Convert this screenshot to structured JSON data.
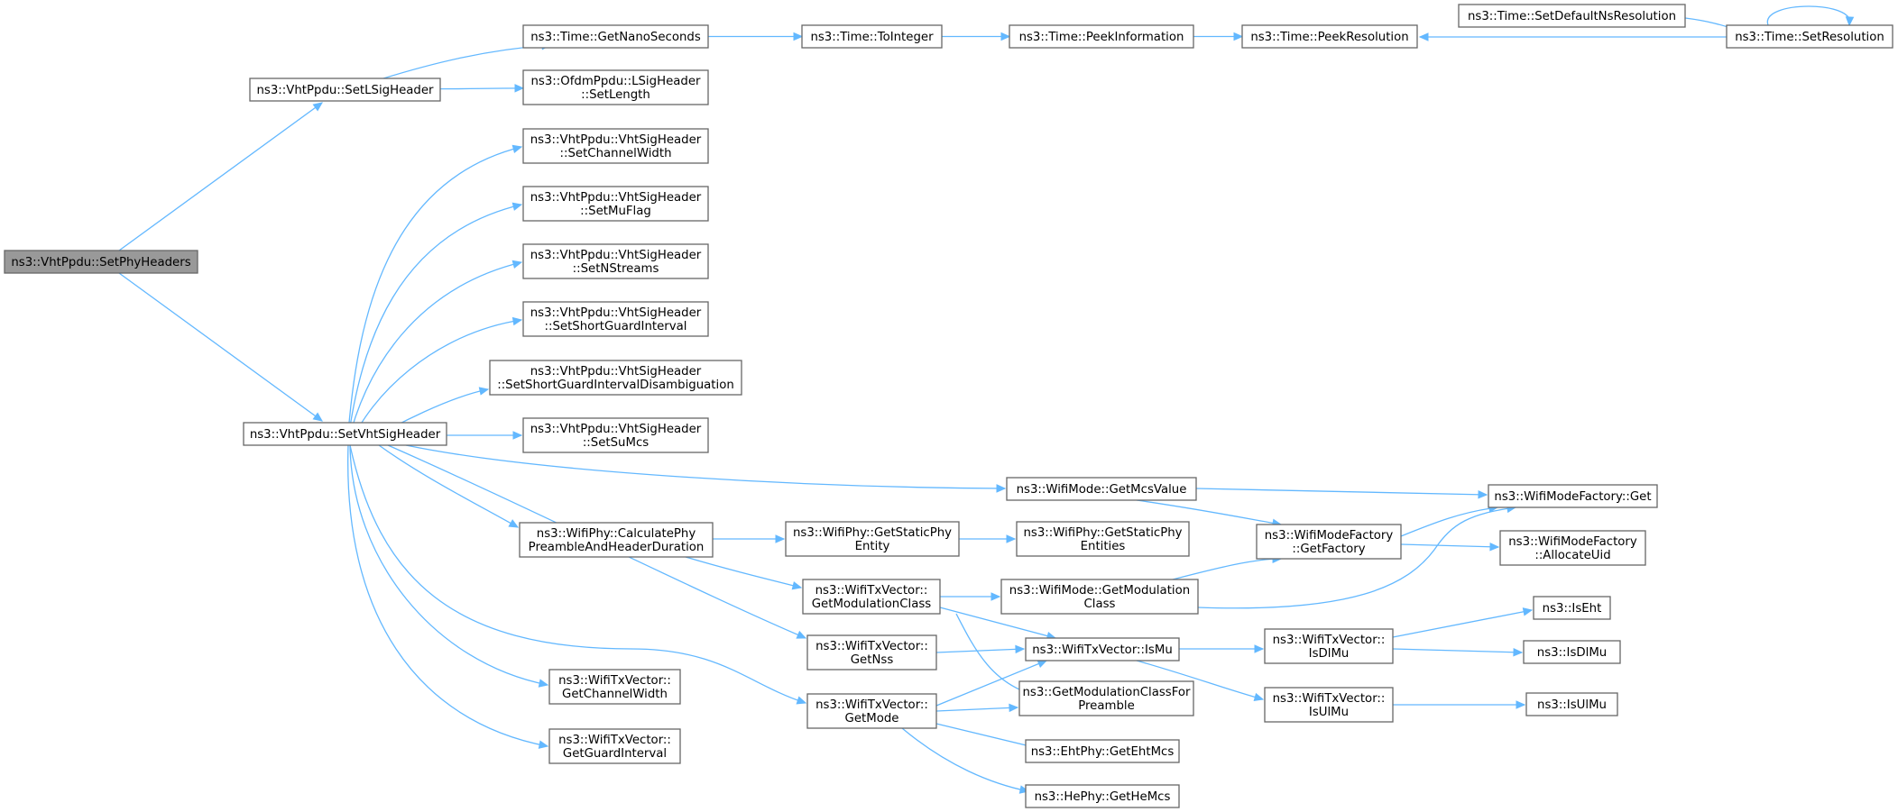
{
  "diagram": {
    "type": "call-graph",
    "colors": {
      "edge": "#63b8ff",
      "node_border": "#666666",
      "root_fill": "#999999",
      "node_fill": "#ffffff"
    },
    "nodes": [
      {
        "id": "setphyheaders",
        "lines": [
          "ns3::VhtPpdu::SetPhyHeaders"
        ],
        "root": true
      },
      {
        "id": "setlsig",
        "lines": [
          "ns3::VhtPpdu::SetLSigHeader"
        ]
      },
      {
        "id": "setvhtsig",
        "lines": [
          "ns3::VhtPpdu::SetVhtSigHeader"
        ]
      },
      {
        "id": "getnanos",
        "lines": [
          "ns3::Time::GetNanoSeconds"
        ]
      },
      {
        "id": "setlength",
        "lines": [
          "ns3::OfdmPpdu::LSigHeader",
          "::SetLength"
        ]
      },
      {
        "id": "tointeger",
        "lines": [
          "ns3::Time::ToInteger"
        ]
      },
      {
        "id": "peekinfo",
        "lines": [
          "ns3::Time::PeekInformation"
        ]
      },
      {
        "id": "peekres",
        "lines": [
          "ns3::Time::PeekResolution"
        ]
      },
      {
        "id": "setdefaultns",
        "lines": [
          "ns3::Time::SetDefaultNsResolution"
        ]
      },
      {
        "id": "setres",
        "lines": [
          "ns3::Time::SetResolution"
        ]
      },
      {
        "id": "setchanwidth",
        "lines": [
          "ns3::VhtPpdu::VhtSigHeader",
          "::SetChannelWidth"
        ]
      },
      {
        "id": "setmuflag",
        "lines": [
          "ns3::VhtPpdu::VhtSigHeader",
          "::SetMuFlag"
        ]
      },
      {
        "id": "setnstreams",
        "lines": [
          "ns3::VhtPpdu::VhtSigHeader",
          "::SetNStreams"
        ]
      },
      {
        "id": "setsgi",
        "lines": [
          "ns3::VhtPpdu::VhtSigHeader",
          "::SetShortGuardInterval"
        ]
      },
      {
        "id": "setsgid",
        "lines": [
          "ns3::VhtPpdu::VhtSigHeader",
          "::SetShortGuardIntervalDisambiguation"
        ]
      },
      {
        "id": "setsumcs",
        "lines": [
          "ns3::VhtPpdu::VhtSigHeader",
          "::SetSuMcs"
        ]
      },
      {
        "id": "getmcsvalue",
        "lines": [
          "ns3::WifiMode::GetMcsValue"
        ]
      },
      {
        "id": "wmfget",
        "lines": [
          "ns3::WifiModeFactory::Get"
        ]
      },
      {
        "id": "calcphy",
        "lines": [
          "ns3::WifiPhy::CalculatePhy",
          "PreambleAndHeaderDuration"
        ]
      },
      {
        "id": "getstaticphy",
        "lines": [
          "ns3::WifiPhy::GetStaticPhy",
          "Entity"
        ]
      },
      {
        "id": "getstaticphyent",
        "lines": [
          "ns3::WifiPhy::GetStaticPhy",
          "Entities"
        ]
      },
      {
        "id": "getfactory",
        "lines": [
          "ns3::WifiModeFactory",
          "::GetFactory"
        ]
      },
      {
        "id": "allocuid",
        "lines": [
          "ns3::WifiModeFactory",
          "::AllocateUid"
        ]
      },
      {
        "id": "txgetmodclass",
        "lines": [
          "ns3::WifiTxVector::",
          "GetModulationClass"
        ]
      },
      {
        "id": "modegetmodclass",
        "lines": [
          "ns3::WifiMode::GetModulation",
          "Class"
        ]
      },
      {
        "id": "ismu",
        "lines": [
          "ns3::WifiTxVector::IsMu"
        ]
      },
      {
        "id": "isdlmu",
        "lines": [
          "ns3::WifiTxVector::",
          "IsDlMu"
        ]
      },
      {
        "id": "iseht",
        "lines": [
          "ns3::IsEht"
        ]
      },
      {
        "id": "isdlmu2",
        "lines": [
          "ns3::IsDlMu"
        ]
      },
      {
        "id": "getnss",
        "lines": [
          "ns3::WifiTxVector::",
          "GetNss"
        ]
      },
      {
        "id": "getmodclassforpre",
        "lines": [
          "ns3::GetModulationClassFor",
          "Preamble"
        ]
      },
      {
        "id": "isulmu",
        "lines": [
          "ns3::WifiTxVector::",
          "IsUlMu"
        ]
      },
      {
        "id": "isulmu2",
        "lines": [
          "ns3::IsUlMu"
        ]
      },
      {
        "id": "txgetchanwidth",
        "lines": [
          "ns3::WifiTxVector::",
          "GetChannelWidth"
        ]
      },
      {
        "id": "txgetmode",
        "lines": [
          "ns3::WifiTxVector::",
          "GetMode"
        ]
      },
      {
        "id": "getehtmcs",
        "lines": [
          "ns3::EhtPhy::GetEhtMcs"
        ]
      },
      {
        "id": "txgetgi",
        "lines": [
          "ns3::WifiTxVector::",
          "GetGuardInterval"
        ]
      },
      {
        "id": "gethemcs",
        "lines": [
          "ns3::HePhy::GetHeMcs"
        ]
      }
    ],
    "edges": [
      [
        "setphyheaders",
        "setlsig"
      ],
      [
        "setphyheaders",
        "setvhtsig"
      ],
      [
        "setlsig",
        "getnanos"
      ],
      [
        "setlsig",
        "setlength"
      ],
      [
        "getnanos",
        "tointeger"
      ],
      [
        "tointeger",
        "peekinfo"
      ],
      [
        "peekinfo",
        "peekres"
      ],
      [
        "setdefaultns",
        "setres"
      ],
      [
        "setres",
        "peekres"
      ],
      [
        "setres",
        "setres"
      ],
      [
        "setvhtsig",
        "setchanwidth"
      ],
      [
        "setvhtsig",
        "setmuflag"
      ],
      [
        "setvhtsig",
        "setnstreams"
      ],
      [
        "setvhtsig",
        "setsgi"
      ],
      [
        "setvhtsig",
        "setsgid"
      ],
      [
        "setvhtsig",
        "setsumcs"
      ],
      [
        "setvhtsig",
        "getmcsvalue"
      ],
      [
        "setvhtsig",
        "calcphy"
      ],
      [
        "setvhtsig",
        "getnss"
      ],
      [
        "setvhtsig",
        "txgetmode"
      ],
      [
        "setvhtsig",
        "txgetchanwidth"
      ],
      [
        "setvhtsig",
        "txgetgi"
      ],
      [
        "getmcsvalue",
        "wmfget"
      ],
      [
        "getmcsvalue",
        "getfactory"
      ],
      [
        "getfactory",
        "wmfget"
      ],
      [
        "getfactory",
        "allocuid"
      ],
      [
        "calcphy",
        "getstaticphy"
      ],
      [
        "calcphy",
        "txgetmodclass"
      ],
      [
        "getstaticphy",
        "getstaticphyent"
      ],
      [
        "txgetmodclass",
        "modegetmodclass"
      ],
      [
        "txgetmodclass",
        "ismu"
      ],
      [
        "txgetmodclass",
        "getmodclassforpre"
      ],
      [
        "modegetmodclass",
        "getfactory"
      ],
      [
        "modegetmodclass",
        "wmfget"
      ],
      [
        "getnss",
        "ismu"
      ],
      [
        "txgetmode",
        "ismu"
      ],
      [
        "txgetmode",
        "getmodclassforpre"
      ],
      [
        "txgetmode",
        "getehtmcs"
      ],
      [
        "txgetmode",
        "gethemcs"
      ],
      [
        "ismu",
        "isdlmu"
      ],
      [
        "ismu",
        "isulmu"
      ],
      [
        "isdlmu",
        "iseht"
      ],
      [
        "isdlmu",
        "isdlmu2"
      ],
      [
        "isulmu",
        "isulmu2"
      ]
    ]
  }
}
